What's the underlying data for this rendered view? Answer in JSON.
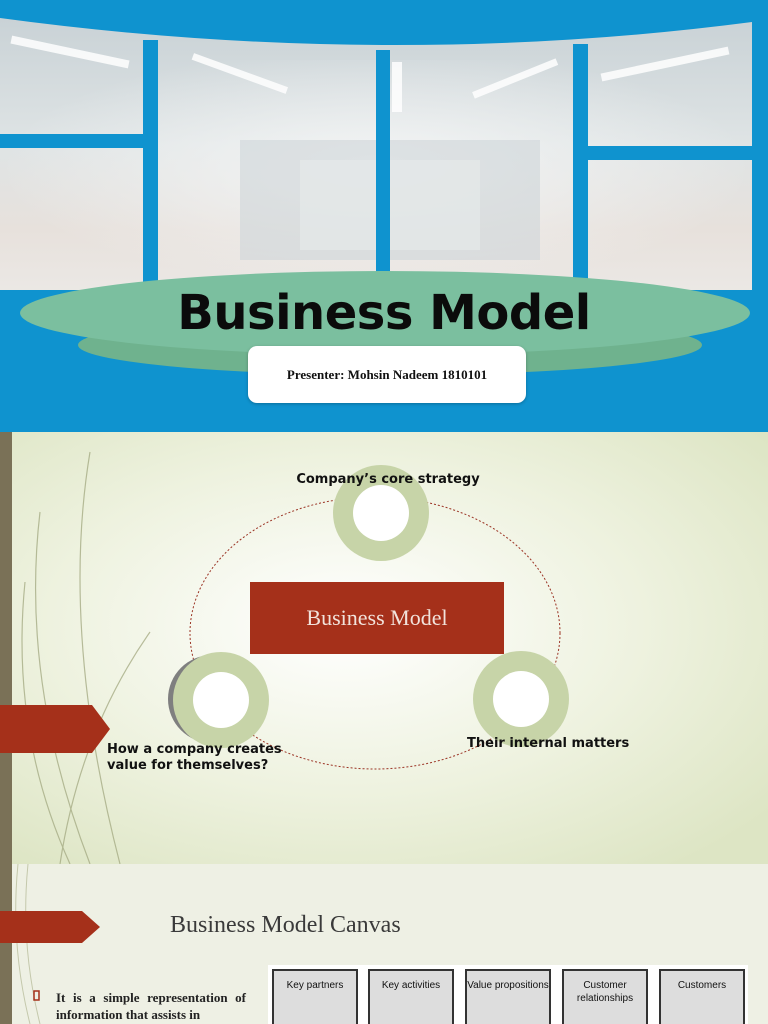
{
  "slide1": {
    "title": "Business Model",
    "presenter": "Presenter: Mohsin Nadeem 1810101"
  },
  "slide2": {
    "top_label": "Company’s core strategy",
    "center_box": "Business Model",
    "left_label": "How a company creates value for themselves?",
    "right_label": "Their internal matters"
  },
  "slide3": {
    "title": "Business Model Canvas",
    "bullet_text": "It is a simple representation of information that assists in",
    "canvas_blocks": [
      "Key partners",
      "Key activities",
      "Value propositions",
      "Customer relationships",
      "Customers"
    ]
  },
  "colors": {
    "slide1_blue": "#0f93cf",
    "ellipse_green": "#7bbf9f",
    "slide2_background": "#e5ebd1",
    "accent_red": "#a5301a",
    "ring_green": "#c7d4a8",
    "canvas_block_gray": "#dddddd"
  }
}
